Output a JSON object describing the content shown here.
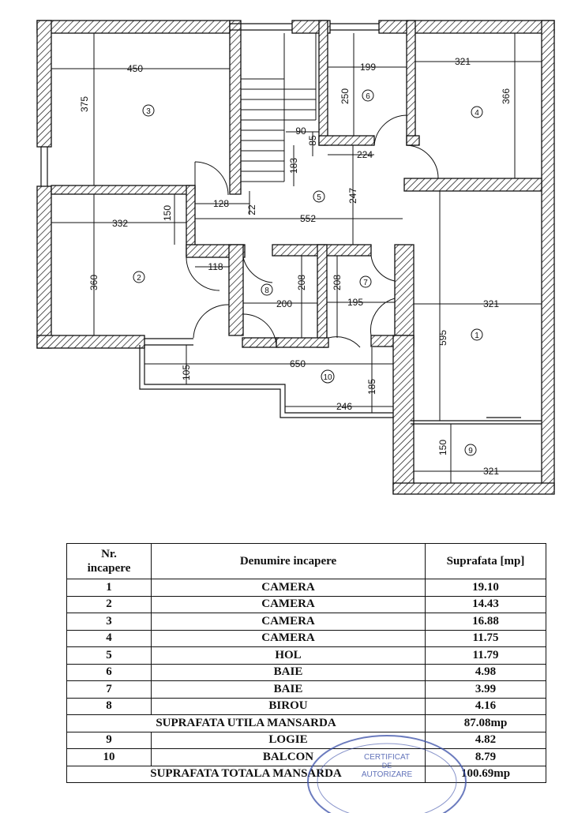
{
  "plan": {
    "dimensions": {
      "d450": "450",
      "d375": "375",
      "d199": "199",
      "d250": "250",
      "d321a": "321",
      "d366": "366",
      "d90": "90",
      "d85": "85",
      "d224": "224",
      "d183": "183",
      "d247": "247",
      "d332": "332",
      "d150a": "150",
      "d128": "128",
      "d22": "22",
      "d552": "552",
      "d118": "118",
      "d360": "360",
      "d208a": "208",
      "d208b": "208",
      "d200": "200",
      "d195": "195",
      "d321b": "321",
      "d595": "595",
      "d650": "650",
      "d105": "105",
      "d185": "185",
      "d246": "246",
      "d150b": "150",
      "d321c": "321"
    },
    "room_ids": {
      "r1": "1",
      "r2": "2",
      "r3": "3",
      "r4": "4",
      "r5": "5",
      "r6": "6",
      "r7": "7",
      "r8": "8",
      "r9": "9",
      "r10": "10"
    }
  },
  "table": {
    "headers": {
      "nr": "Nr.\nincapere",
      "name": "Denumire incapere",
      "area": "Suprafata [mp]"
    },
    "rows": [
      {
        "nr": "1",
        "name": "CAMERA",
        "area": "19.10"
      },
      {
        "nr": "2",
        "name": "CAMERA",
        "area": "14.43"
      },
      {
        "nr": "3",
        "name": "CAMERA",
        "area": "16.88"
      },
      {
        "nr": "4",
        "name": "CAMERA",
        "area": "11.75"
      },
      {
        "nr": "5",
        "name": "HOL",
        "area": "11.79"
      },
      {
        "nr": "6",
        "name": "BAIE",
        "area": "4.98"
      },
      {
        "nr": "7",
        "name": "BAIE",
        "area": "3.99"
      },
      {
        "nr": "8",
        "name": "BIROU",
        "area": "4.16"
      }
    ],
    "subtotal_label": "SUPRAFATA UTILA MANSARDA",
    "subtotal_value": "87.08mp",
    "rows_extra": [
      {
        "nr": "9",
        "name": "LOGIE",
        "area": "4.82"
      },
      {
        "nr": "10",
        "name": "BALCON",
        "area": "8.79"
      }
    ],
    "total_label": "SUPRAFATA TOTALA MANSARDA",
    "total_value": "100.69mp"
  },
  "stamp": {
    "line1": "CERTIFICAT",
    "line2": "DE",
    "line3": "AUTORIZARE"
  }
}
